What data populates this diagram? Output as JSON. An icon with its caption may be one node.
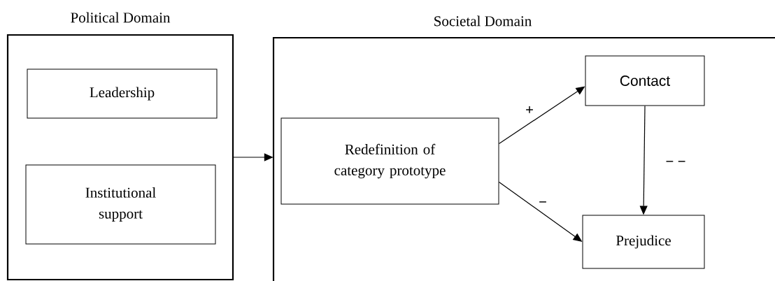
{
  "diagram": {
    "nodes": [
      {
        "text": [
          "Political Domain"
        ]
      },
      {
        "text": [
          "Leadership"
        ],
        "in": 0
      },
      {
        "text": [
          "Institutional support"
        ],
        "in": 0
      },
      {
        "text": [
          "Societal Domain"
        ]
      },
      {
        "text": [
          "Redefinition of category prototype"
        ],
        "in": 3
      },
      {
        "text": [
          "Contact"
        ],
        "in": 3
      },
      {
        "text": [
          "Prejudice"
        ],
        "in": 3
      }
    ],
    "edges": [
      {
        "from": 0,
        "to": 3,
        "arrow": "to"
      },
      {
        "from": 4,
        "to": 5,
        "arrow": "to",
        "label": "+"
      },
      {
        "from": 4,
        "to": 6,
        "arrow": "to",
        "label": "−"
      },
      {
        "from": 5,
        "to": 6,
        "arrow": "to",
        "label": "− −"
      }
    ]
  }
}
